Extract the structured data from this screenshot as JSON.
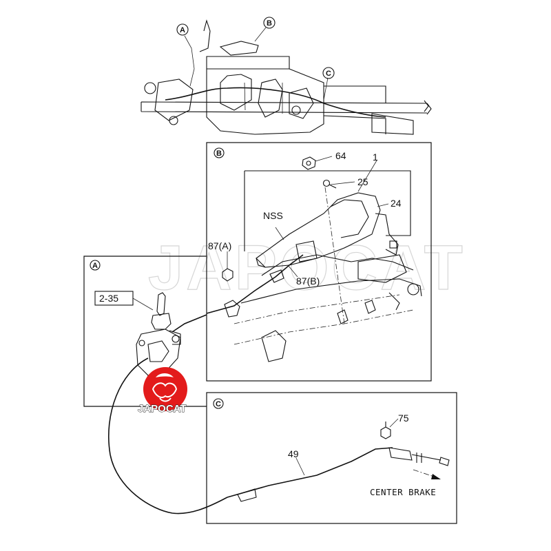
{
  "diagram": {
    "callouts": {
      "A": "A",
      "B": "B",
      "C": "C"
    },
    "panel_b": {
      "letter": "B",
      "parts": {
        "p64": "64",
        "p1": "1",
        "p25": "25",
        "p24": "24",
        "nss": "NSS",
        "p87a": "87(A)",
        "p87b": "87(B)"
      }
    },
    "panel_a": {
      "letter": "A",
      "ref": "2-35"
    },
    "panel_c": {
      "letter": "C",
      "parts": {
        "p75": "75",
        "p49": "49"
      },
      "direction_label": "CENTER BRAKE"
    }
  },
  "watermark": "JAPOCAT",
  "logo": {
    "text": "JAPOCAT",
    "color": "#e31b1b"
  }
}
